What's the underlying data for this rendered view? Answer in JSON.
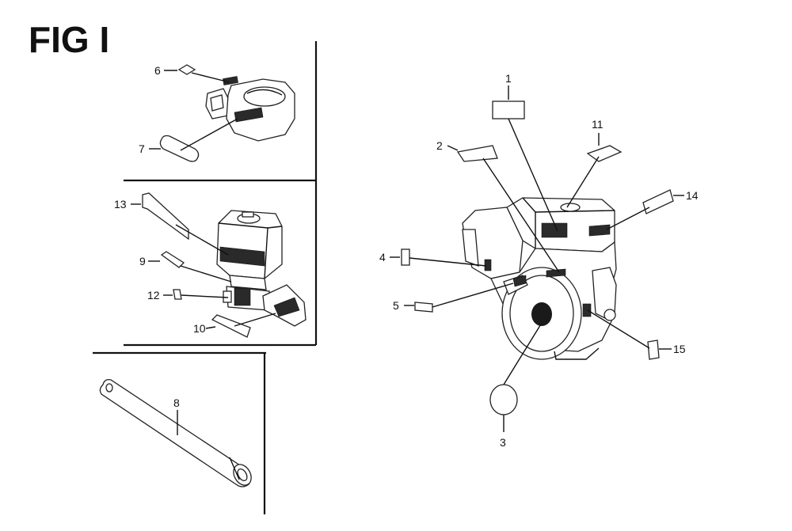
{
  "figure": {
    "title": "FIG I",
    "callouts": [
      "1",
      "2",
      "3",
      "4",
      "5",
      "6",
      "7",
      "8",
      "9",
      "10",
      "11",
      "12",
      "13",
      "14",
      "15"
    ]
  }
}
